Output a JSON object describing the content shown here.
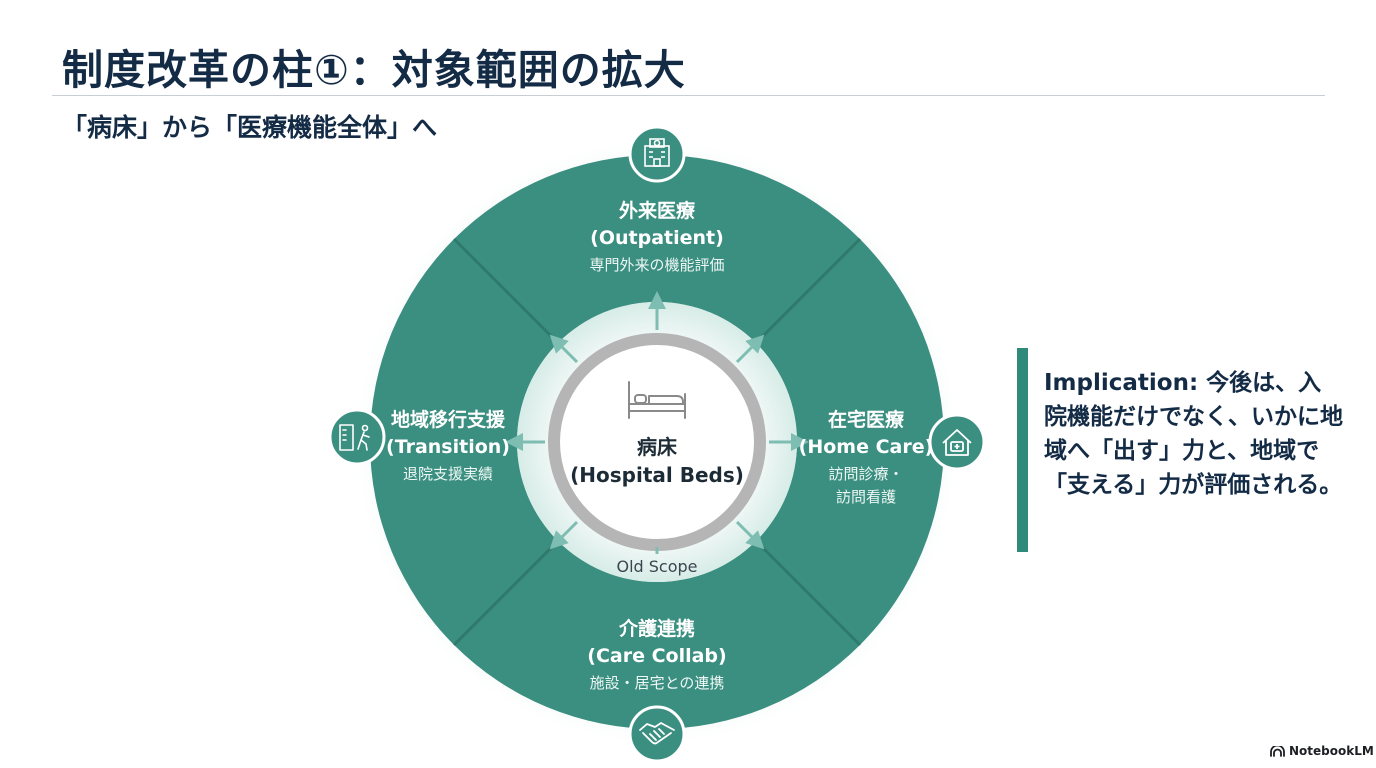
{
  "title": "制度改革の柱①：対象範囲の拡大",
  "subtitle": "「病床」から「医療機能全体」へ",
  "diagram": {
    "center": {
      "title": "病床",
      "subtitle": "(Hospital Beds)",
      "scope_label": "Old Scope",
      "icon": "hospital-bed-icon"
    },
    "segments": {
      "top": {
        "title": "外来医療",
        "english": "(Outpatient)",
        "detail": "専門外来の機能評価",
        "icon": "hospital-building-icon"
      },
      "right": {
        "title": "在宅医療",
        "english": "(Home Care)",
        "detail1": "訪問診療・",
        "detail2": "訪問看護",
        "icon": "home-medical-icon"
      },
      "bottom": {
        "title": "介護連携",
        "english": "(Care Collab)",
        "detail": "施設・居宅との連携",
        "icon": "handshake-icon"
      },
      "left": {
        "title": "地域移行支援",
        "english": "(Transition)",
        "detail": "退院支援実績",
        "icon": "discharge-walking-icon"
      }
    },
    "colors": {
      "ring": "#3b8f80",
      "ring_divider": "#2f7a6d",
      "glow": "#dcefeb",
      "center_ring": "#b5b5b5",
      "arrow": "#7ebdb1"
    }
  },
  "implication": {
    "text": "Implication: 今後は、入院機能だけでなく、いかに地域へ「出す」力と、地域で「支える」力が評価される。"
  },
  "brand": {
    "name": "NotebookLM"
  }
}
